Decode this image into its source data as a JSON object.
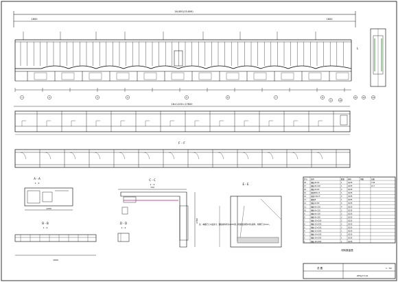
{
  "sheet": {
    "elevation_total_dim": "16,000(13,600)",
    "left_end_dim": "1600",
    "right_end_dim": "1600",
    "plan_dim": "16×1100＝17600",
    "section_ff_label": "F - F",
    "section_aa": {
      "title": "A - A",
      "scale": "1 : 4",
      "base_dim": "1200"
    },
    "section_bb": {
      "title": "B - B",
      "scale": "1 : 4",
      "base_dim": "1600"
    },
    "section_cc": {
      "title": "C - C",
      "scale": "1 : 4",
      "dims": [
        "700",
        "2780"
      ]
    },
    "section_dd": {
      "title": "D - D",
      "scale": "1 : 4"
    },
    "section_ee": {
      "title": "E - E"
    },
    "note": "注：本图尺寸以毫米计，钢板材料均为Q235钢，焊缝除注明外均为满焊，焊脚尺寸6mm。",
    "table_title": "材料数量表",
    "title_block": {
      "left_label": "总 图",
      "right_label": "1 : 50",
      "code": "ZHSJ-T-T-01"
    }
  },
  "parts_table": {
    "headers": [
      "件号",
      "名称",
      "数量",
      "材料",
      "单重",
      "总重"
    ],
    "rows": [
      [
        "18",
        "钢板-8×50",
        "1",
        "Q235",
        "",
        "7.85"
      ],
      [
        "17",
        "钢板-8×100",
        "1",
        "Q235",
        "",
        "15.7"
      ],
      [
        "16",
        "钢板-6×60",
        "2",
        "Q235",
        "",
        ""
      ],
      [
        "15",
        "钢管Φ50×3",
        "1",
        "Q235",
        "",
        ""
      ],
      [
        "14",
        "角钢 L50×5",
        "2",
        "Q235",
        "",
        ""
      ],
      [
        "13",
        "槽钢[8",
        "1",
        "Q235",
        "",
        ""
      ],
      [
        "12",
        "钢板-6×80",
        "4",
        "Q235",
        "",
        ""
      ],
      [
        "11",
        "钢板-6×100",
        "4",
        "Q235",
        "",
        ""
      ],
      [
        "10",
        "钢板-6×120",
        "2",
        "Q235",
        "",
        ""
      ],
      [
        "9",
        "钢板-8×150",
        "2",
        "Q235",
        "",
        ""
      ],
      [
        "8",
        "钢板-8×200",
        "2",
        "Q235",
        "",
        ""
      ],
      [
        "7",
        "钢板-10×200",
        "2",
        "Q235",
        "",
        ""
      ],
      [
        "6",
        "钢板-10×250",
        "2",
        "Q235",
        "",
        ""
      ],
      [
        "5",
        "钢板-12×250",
        "2",
        "Q235",
        "",
        ""
      ],
      [
        "4",
        "钢板-12×300",
        "1",
        "Q235",
        "",
        ""
      ],
      [
        "3",
        "钢板-14×300",
        "1",
        "Q235",
        "",
        ""
      ],
      [
        "2",
        "钢板-16×300",
        "1",
        "Q235",
        "",
        ""
      ],
      [
        "1",
        "钢板-16×400",
        "1",
        "Q235",
        "",
        ""
      ]
    ]
  },
  "callouts": [
    "1",
    "2",
    "3",
    "4",
    "5",
    "6",
    "7",
    "8",
    "9",
    "10",
    "11",
    "12",
    "13"
  ],
  "colors": {
    "line": "#000000",
    "green": "#1a8a1a",
    "magenta": "#b0187a"
  }
}
